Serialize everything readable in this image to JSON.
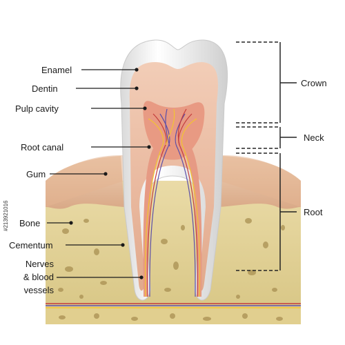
{
  "labels": {
    "enamel": "Enamel",
    "dentin": "Dentin",
    "pulp_cavity": "Pulp cavity",
    "root_canal": "Root canal",
    "gum": "Gum",
    "bone": "Bone",
    "cementum": "Cementum",
    "nerves_line1": "Nerves",
    "nerves_line2": "& blood",
    "nerves_line3": "vessels",
    "crown": "Crown",
    "neck": "Neck",
    "root": "Root"
  },
  "stock_id": "#213921016",
  "colors": {
    "enamel": "#f4f4f4",
    "dentin": "#e9b9a0",
    "pulp": "#e69a84",
    "gum": "#e8c2a3",
    "bone": "#e6d79e",
    "nerve_yellow": "#f3c431",
    "vessel_red": "#c33b3b",
    "vessel_blue": "#5b4ea8",
    "bracket": "#222222"
  }
}
